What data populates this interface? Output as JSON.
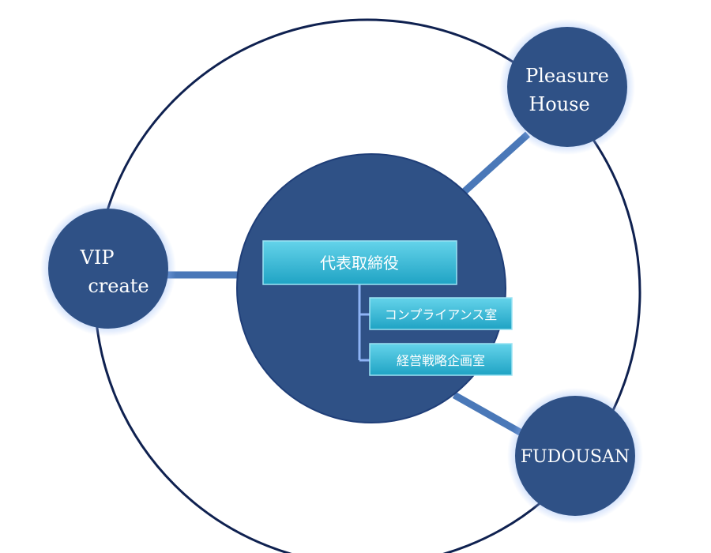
{
  "diagram": {
    "center_box": {
      "label": "代表取締役"
    },
    "sub_boxes": [
      {
        "label": "コンプライアンス室"
      },
      {
        "label": "経営戦略企画室"
      }
    ],
    "nodes": {
      "pleasure_house": {
        "line1": "Pleasure",
        "line2": "House"
      },
      "vip_create": {
        "line1": "VIP",
        "line2": "create"
      },
      "fudousan": {
        "line1": "FUDOUSAN"
      }
    },
    "colors": {
      "navy": "#2f5186",
      "ring": "#0f2150",
      "glow": "#7aa6f0",
      "box": "#2bb3cf",
      "box_light": "#5fd0e6",
      "connector": "#4a78b8"
    }
  }
}
